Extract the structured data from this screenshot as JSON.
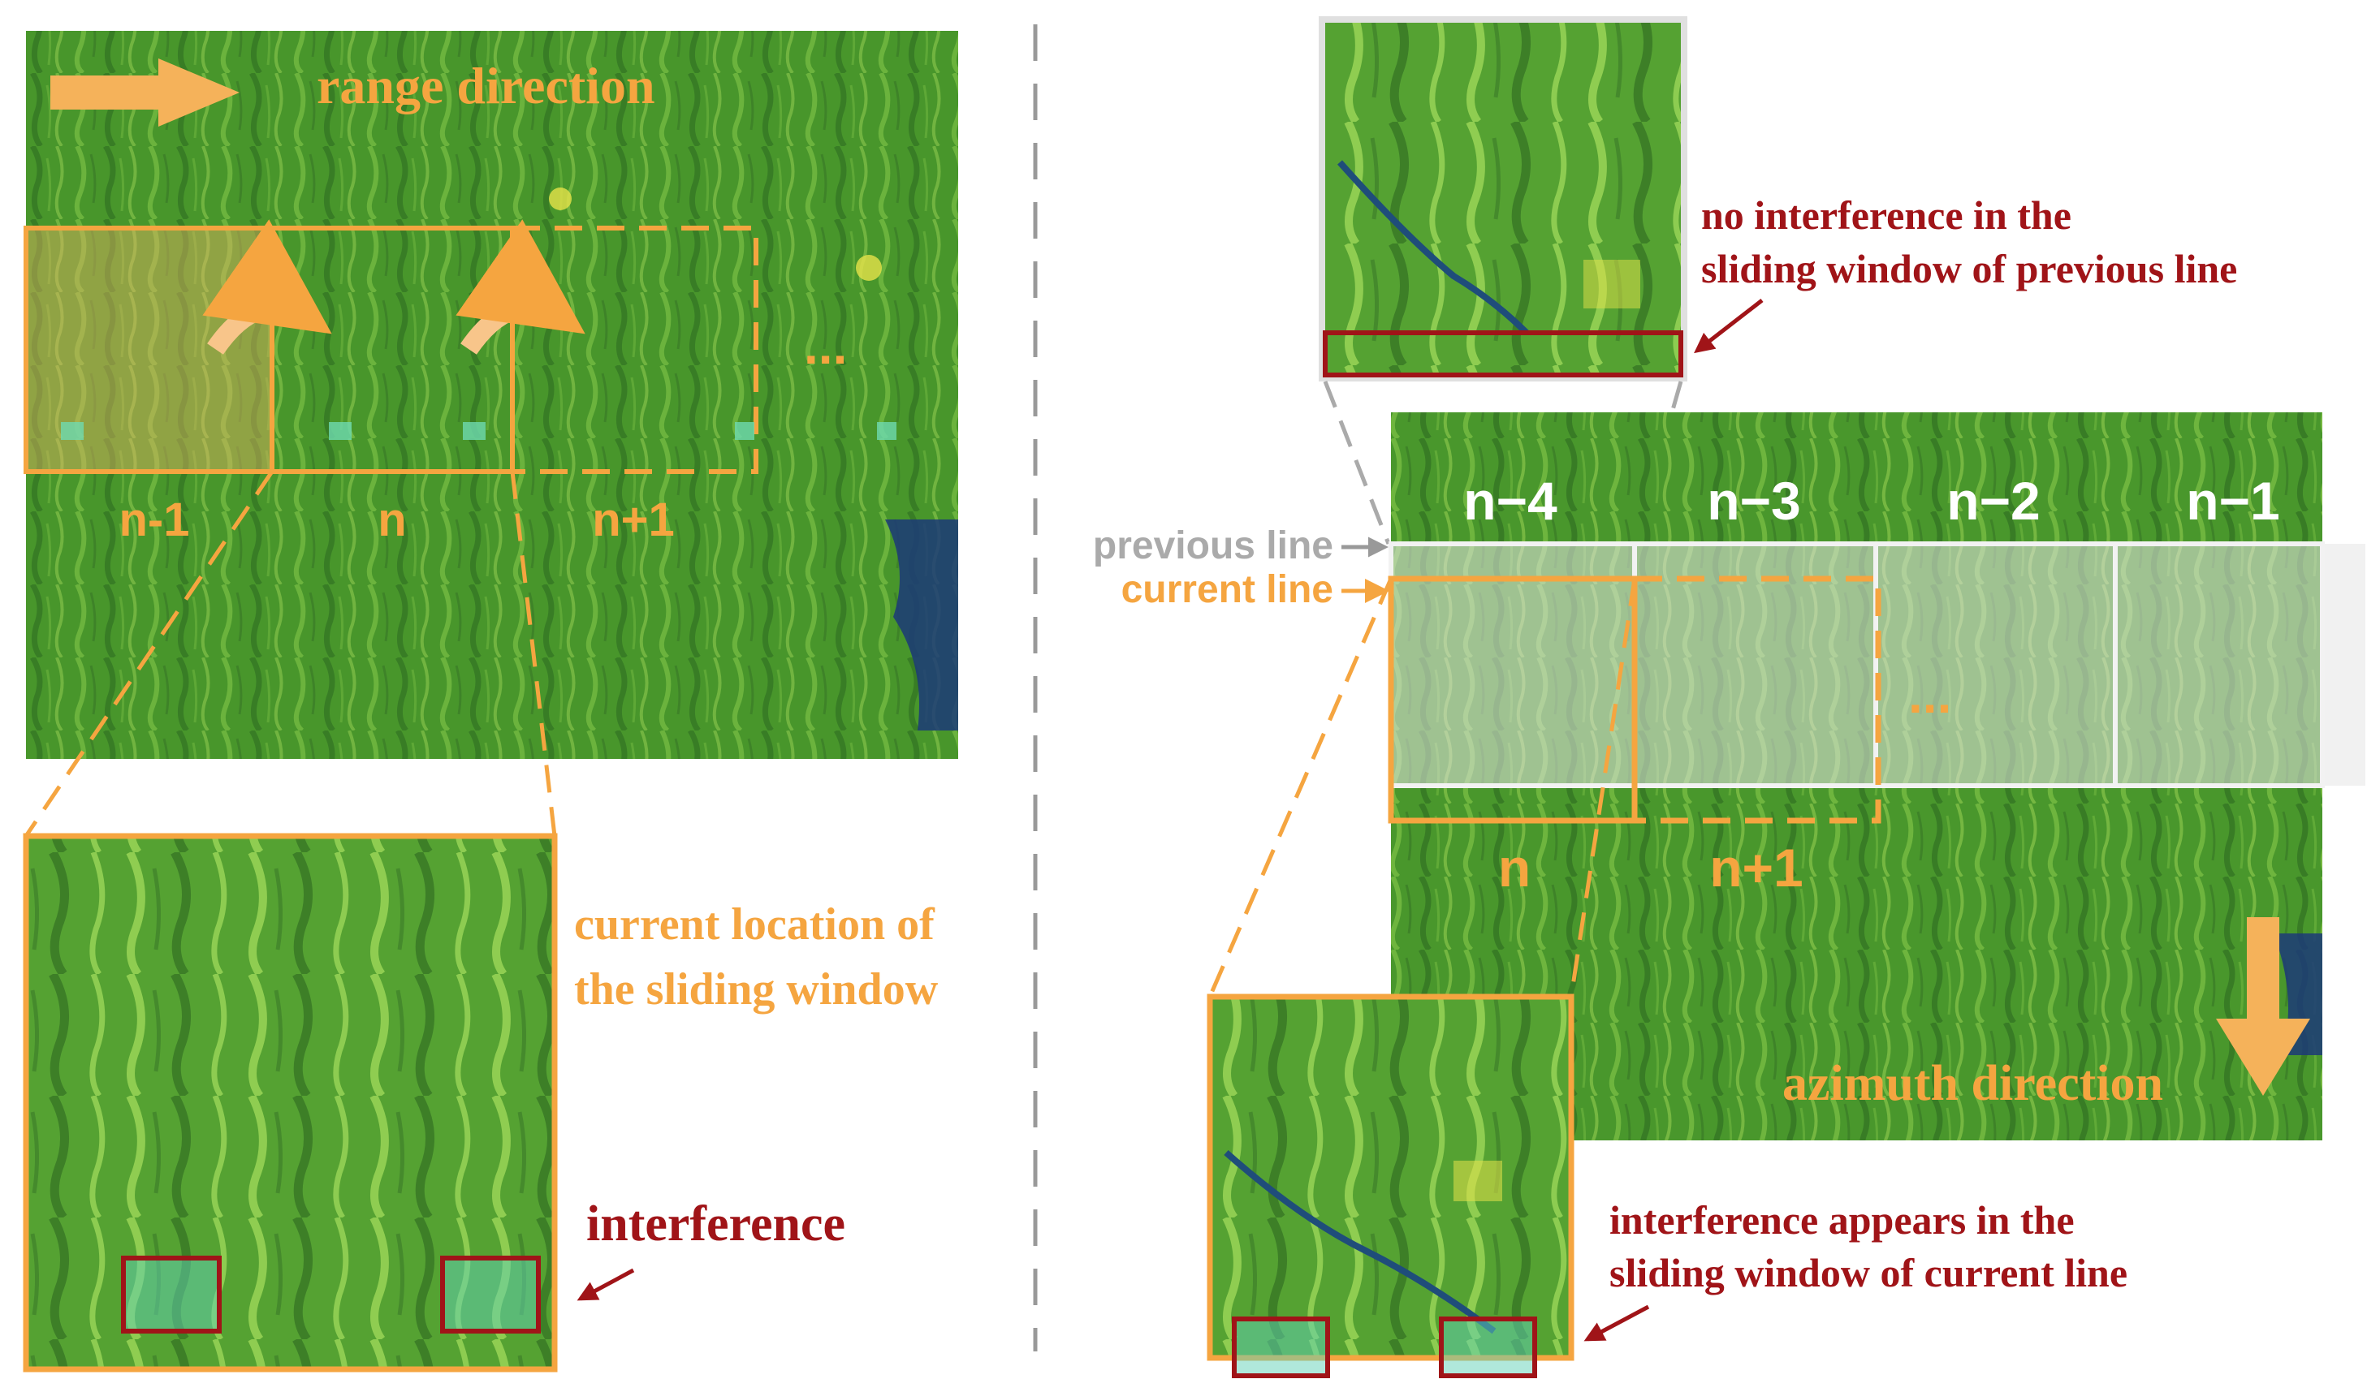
{
  "colors": {
    "accent_orange": "#f5a540",
    "interference_red": "#a01418",
    "terrain_green": "#4e9a2e",
    "gray_line": "#999999"
  },
  "left_panel": {
    "range_direction_label": "range direction",
    "range_arrow_icon": "right-arrow-icon",
    "windows": [
      {
        "label": "n-1"
      },
      {
        "label": "n"
      },
      {
        "label": "n+1"
      }
    ],
    "ellipsis": "...",
    "zoom_caption_line1": "current location of",
    "zoom_caption_line2": "the sliding window",
    "interference_label": "interference"
  },
  "right_panel": {
    "top_caption_line1": "no interference in the",
    "top_caption_line2": "sliding window of previous line",
    "previous_line_label": "previous line",
    "current_line_label": "current line",
    "previous_windows": [
      {
        "label": "n−4"
      },
      {
        "label": "n−3"
      },
      {
        "label": "n−2"
      },
      {
        "label": "n−1"
      }
    ],
    "current_windows": [
      {
        "label": "n"
      },
      {
        "label": "n+1"
      }
    ],
    "ellipsis": "...",
    "azimuth_direction_label": "azimuth direction",
    "azimuth_arrow_icon": "down-arrow-icon",
    "bottom_caption_line1": "interference appears in the",
    "bottom_caption_line2": "sliding window of current line"
  }
}
